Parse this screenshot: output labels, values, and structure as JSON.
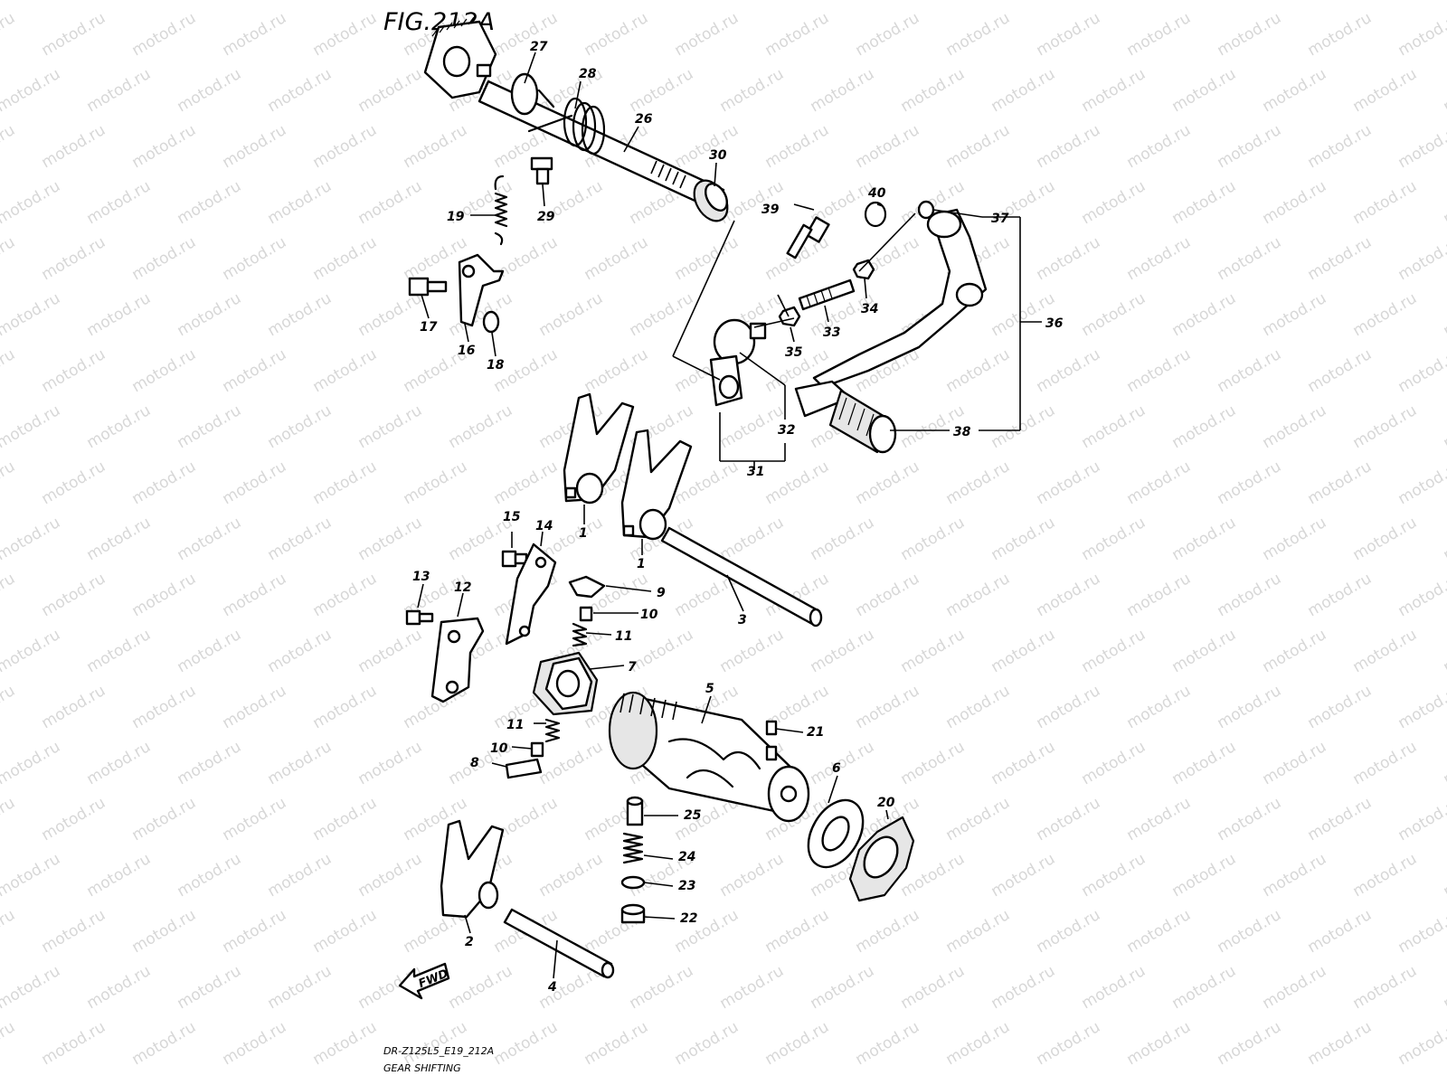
{
  "figure": {
    "title": "FIG.212A",
    "model_code": "DR-Z125L5_E19_212A",
    "section_name": "GEAR SHIFTING",
    "direction_label": "FWD"
  },
  "watermark": {
    "text": "motod.ru"
  },
  "callouts": {
    "p1a": "1",
    "p1b": "1",
    "p2": "2",
    "p3": "3",
    "p4": "4",
    "p5": "5",
    "p6": "6",
    "p7": "7",
    "p8": "8",
    "p9": "9",
    "p10a": "10",
    "p10b": "10",
    "p11a": "11",
    "p11b": "11",
    "p12": "12",
    "p13": "13",
    "p14": "14",
    "p15": "15",
    "p16": "16",
    "p17": "17",
    "p18": "18",
    "p19": "19",
    "p20": "20",
    "p21": "21",
    "p22": "22",
    "p23": "23",
    "p24": "24",
    "p25": "25",
    "p26": "26",
    "p27": "27",
    "p28": "28",
    "p29": "29",
    "p30": "30",
    "p31": "31",
    "p32": "32",
    "p33": "33",
    "p34": "34",
    "p35": "35",
    "p36": "36",
    "p37": "37",
    "p38": "38",
    "p39": "39",
    "p40": "40"
  }
}
